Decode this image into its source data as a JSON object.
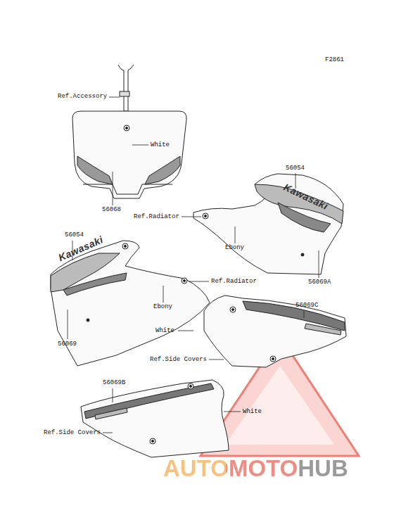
{
  "diagram": {
    "labels": [
      "F2861",
      "Ref.Accessory",
      "White",
      "56068",
      "56054",
      "Ref.Radiator",
      "Ebony",
      "56069A",
      "56054",
      "Ref.Radiator",
      "Ebony",
      "56069",
      "56069C",
      "White",
      "Ref.Side Covers",
      "56069B",
      "White",
      "Ref.Side Covers",
      "Kawasaki",
      "Kawasaki",
      "AUTOMOTOHUB"
    ]
  }
}
